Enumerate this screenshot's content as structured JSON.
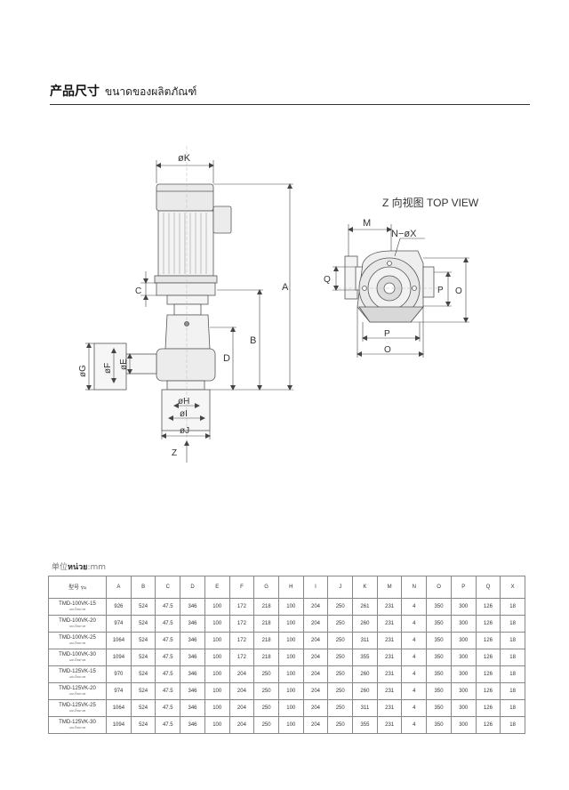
{
  "header": {
    "title_cn": "产品尺寸",
    "title_th": "ขนาดของผลิตภัณฑ์"
  },
  "drawing": {
    "top_view_label": "Z 向视图  TOP VIEW",
    "labels": {
      "phi_k": "øK",
      "a": "A",
      "b": "B",
      "c": "C",
      "d": "D",
      "phi_g": "øG",
      "phi_f": "øF",
      "phi_e": "øE",
      "phi_h": "øH",
      "phi_i": "øI",
      "phi_j": "øJ",
      "z": "Z",
      "m": "M",
      "n_phi_x": "N−øX",
      "q": "Q",
      "p": "P",
      "o": "O"
    }
  },
  "unit_label": {
    "prefix": "单位",
    "th": "หน่วย",
    "suffix": ":mm"
  },
  "table": {
    "header_model": "型号",
    "header_model_th": "รุ่น",
    "columns": [
      "A",
      "B",
      "C",
      "D",
      "E",
      "F",
      "G",
      "H",
      "I",
      "J",
      "K",
      "M",
      "N",
      "O",
      "P",
      "Q",
      "X"
    ],
    "rows": [
      {
        "model": "TMD-100VK-15",
        "sub": "แบบโพลาเท",
        "values": [
          "926",
          "524",
          "47.5",
          "346",
          "100",
          "172",
          "218",
          "100",
          "204",
          "250",
          "261",
          "231",
          "4",
          "350",
          "300",
          "126",
          "18"
        ]
      },
      {
        "model": "TMD-100VK-20",
        "sub": "แบบโพลาเท",
        "values": [
          "974",
          "524",
          "47.5",
          "346",
          "100",
          "172",
          "218",
          "100",
          "204",
          "250",
          "260",
          "231",
          "4",
          "350",
          "300",
          "126",
          "18"
        ]
      },
      {
        "model": "TMD-100VK-25",
        "sub": "แบบโพลาเท",
        "values": [
          "1064",
          "524",
          "47.5",
          "346",
          "100",
          "172",
          "218",
          "100",
          "204",
          "250",
          "311",
          "231",
          "4",
          "350",
          "300",
          "126",
          "18"
        ]
      },
      {
        "model": "TMD-100VK-30",
        "sub": "แบบโพลาเท",
        "values": [
          "1094",
          "524",
          "47.5",
          "346",
          "100",
          "172",
          "218",
          "100",
          "204",
          "250",
          "355",
          "231",
          "4",
          "350",
          "300",
          "126",
          "18"
        ]
      },
      {
        "model": "TMD-125VK-15",
        "sub": "แบบโพลาเท",
        "values": [
          "970",
          "524",
          "47.5",
          "346",
          "100",
          "204",
          "250",
          "100",
          "204",
          "250",
          "260",
          "231",
          "4",
          "350",
          "300",
          "126",
          "18"
        ]
      },
      {
        "model": "TMD-125VK-20",
        "sub": "แบบโพลาเท",
        "values": [
          "974",
          "524",
          "47.5",
          "346",
          "100",
          "204",
          "250",
          "100",
          "204",
          "250",
          "260",
          "231",
          "4",
          "350",
          "300",
          "126",
          "18"
        ]
      },
      {
        "model": "TMD-125VK-25",
        "sub": "แบบโพลาเท",
        "values": [
          "1064",
          "524",
          "47.5",
          "346",
          "100",
          "204",
          "250",
          "100",
          "204",
          "250",
          "311",
          "231",
          "4",
          "350",
          "300",
          "126",
          "18"
        ]
      },
      {
        "model": "TMD-125VK-30",
        "sub": "แบบโพลาเท",
        "values": [
          "1094",
          "524",
          "47.5",
          "346",
          "100",
          "204",
          "250",
          "100",
          "204",
          "250",
          "355",
          "231",
          "4",
          "350",
          "300",
          "126",
          "18"
        ]
      }
    ]
  }
}
